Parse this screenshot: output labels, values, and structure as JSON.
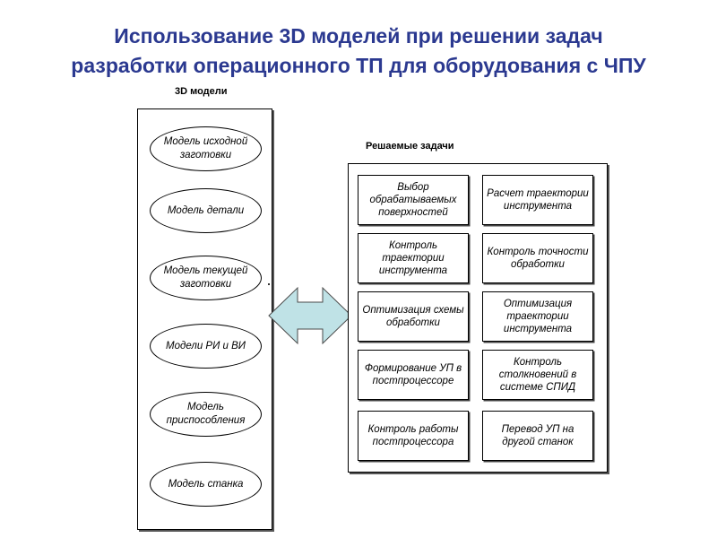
{
  "title": {
    "line1": "Использование 3D моделей при решении задач",
    "line2": "разработки операционного ТП для оборудования с ЧПУ"
  },
  "models": {
    "label": "3D модели",
    "items": [
      {
        "text": "Модель исходной заготовки"
      },
      {
        "text": "Модель детали"
      },
      {
        "text": "Модель текущей заготовки"
      },
      {
        "text": "Модели РИ и ВИ"
      },
      {
        "text": "Модель приспособления"
      },
      {
        "text": "Модель станка"
      }
    ]
  },
  "tasks": {
    "label": "Решаемые задачи",
    "items": [
      {
        "text": "Выбор обрабатываемых поверхностей"
      },
      {
        "text": "Расчет траектории инструмента"
      },
      {
        "text": "Контроль траектории инструмента"
      },
      {
        "text": "Контроль точности обработки"
      },
      {
        "text": "Оптимизация схемы обработки"
      },
      {
        "text": "Оптимизация траектории инструмента"
      },
      {
        "text": "Формирование УП в постпроцессоре"
      },
      {
        "text": "Контроль столкновений в системе СПИД"
      },
      {
        "text": "Контроль работы постпроцессора"
      },
      {
        "text": "Перевод УП на другой станок"
      }
    ]
  },
  "colors": {
    "title": "#2b3990",
    "arrow_fill": "#bfe2e6",
    "arrow_stroke": "#4a4a4a"
  }
}
